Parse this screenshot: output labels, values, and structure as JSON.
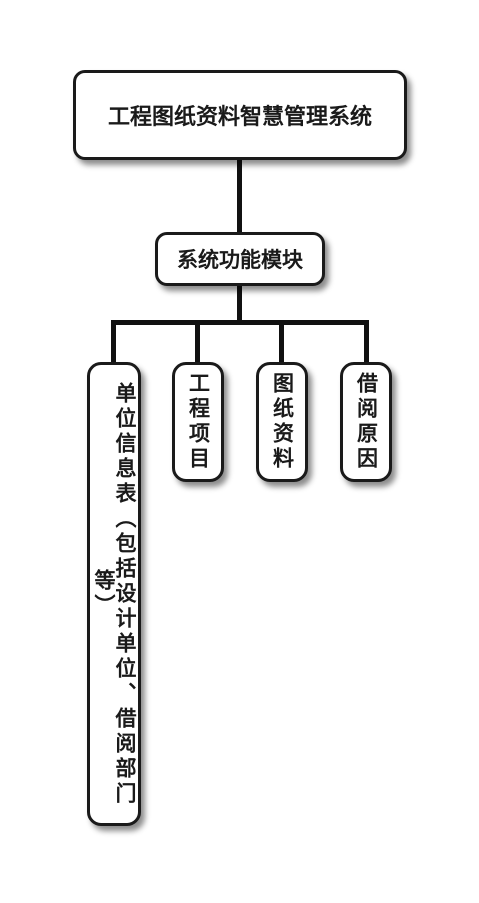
{
  "diagram": {
    "root": {
      "label": "工程图纸资料智慧管理系统"
    },
    "module": {
      "label": "系统功能模块"
    },
    "children": [
      {
        "label": "单位信息表（包括设计单位、借阅部门等）"
      },
      {
        "label": "工程项目"
      },
      {
        "label": "图纸资料"
      },
      {
        "label": "借阅原因"
      }
    ]
  }
}
